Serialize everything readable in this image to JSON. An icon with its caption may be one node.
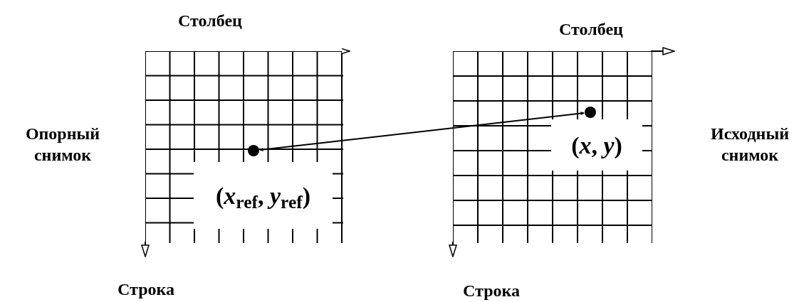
{
  "diagram": {
    "nodes": [
      {
        "text": [],
        "shape": "picture",
        "beside": [
          "Столбец",
          "Строка",
          "Опорный снимок"
        ]
      },
      {
        "text": [],
        "shape": "picture",
        "beside": [
          "Столбец",
          "Строка",
          "Исходный снимок"
        ]
      },
      {
        "text": [],
        "shape": "circle",
        "in": 0,
        "beside": [
          "(*x*$_{ref}$, *y*$_{ref}$)"
        ]
      },
      {
        "text": [],
        "shape": "circle",
        "in": 1,
        "beside": [
          "(*x*, *y*)"
        ]
      }
    ],
    "edges": [
      {
        "from": 2,
        "to": 3,
        "arrow": "both"
      }
    ]
  }
}
